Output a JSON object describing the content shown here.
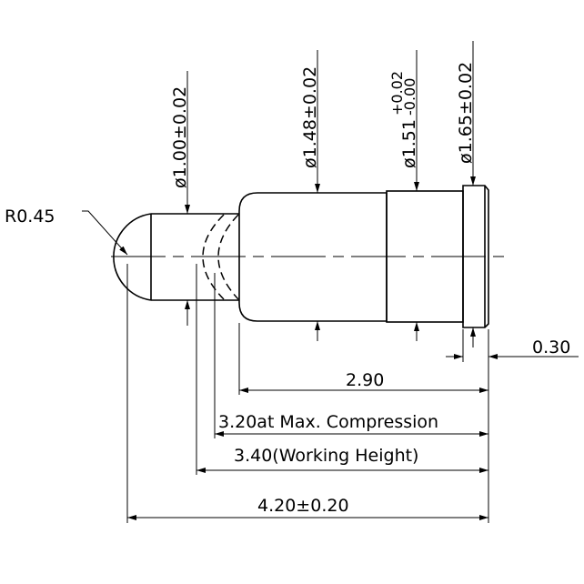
{
  "dimensions": {
    "radius": "R0.45",
    "dia_tip": "ø1.00±0.02",
    "dia_barrel": "ø1.48±0.02",
    "dia_mid_base": "ø1.51",
    "dia_mid_tol_plus": "+0.02",
    "dia_mid_tol_minus": "-0.00",
    "dia_flange": "ø1.65±0.02",
    "flange_thickness": "0.30",
    "barrel_length": "2.90",
    "max_compression": "3.20at Max. Compression",
    "working_height": "3.40(Working Height)",
    "total_length": "4.20±0.20"
  }
}
